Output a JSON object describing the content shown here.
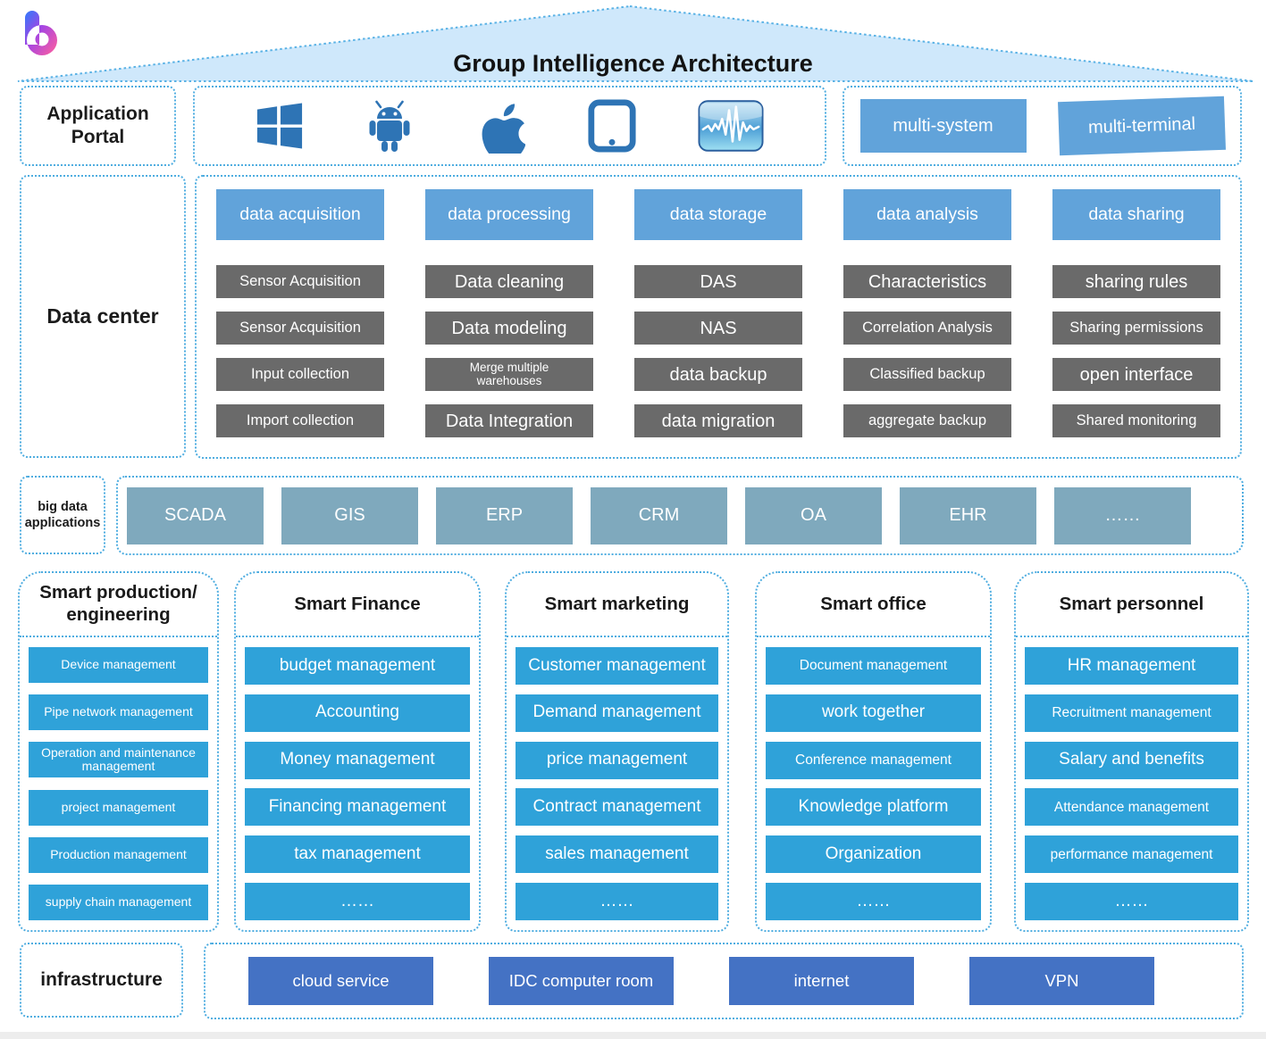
{
  "title": "Group Intelligence Architecture",
  "portal": {
    "label": "Application Portal",
    "icons": [
      "windows-icon",
      "android-icon",
      "apple-icon",
      "tablet-icon",
      "waveform-monitor-icon"
    ],
    "buttons": [
      "multi-system",
      "multi-terminal"
    ]
  },
  "data_center": {
    "label": "Data center",
    "columns": [
      {
        "header": "data acquisition",
        "items": [
          "Sensor Acquisition",
          "Sensor Acquisition",
          "Input collection",
          "Import collection"
        ]
      },
      {
        "header": "data processing",
        "items": [
          "Data cleaning",
          "Data modeling",
          "Merge multiple warehouses",
          "Data Integration"
        ]
      },
      {
        "header": "data storage",
        "items": [
          "DAS",
          "NAS",
          "data backup",
          "data migration"
        ]
      },
      {
        "header": "data analysis",
        "items": [
          "Characteristics",
          "Correlation Analysis",
          "Classified backup",
          "aggregate backup"
        ]
      },
      {
        "header": "data sharing",
        "items": [
          "sharing rules",
          "Sharing permissions",
          "open interface",
          "Shared monitoring"
        ]
      }
    ]
  },
  "big_data": {
    "label": "big data applications",
    "apps": [
      "SCADA",
      "GIS",
      "ERP",
      "CRM",
      "OA",
      "EHR",
      "……"
    ]
  },
  "smart_sections": [
    {
      "title": "Smart production/ engineering",
      "items": [
        "Device management",
        "Pipe network management",
        "Operation and maintenance management",
        "project management",
        "Production management",
        "supply chain management"
      ]
    },
    {
      "title": "Smart Finance",
      "items": [
        "budget management",
        "Accounting",
        "Money management",
        "Financing management",
        "tax management",
        "……"
      ]
    },
    {
      "title": "Smart marketing",
      "items": [
        "Customer management",
        "Demand management",
        "price management",
        "Contract management",
        "sales management",
        "……"
      ]
    },
    {
      "title": "Smart office",
      "items": [
        "Document management",
        "work together",
        "Conference management",
        "Knowledge platform",
        "Organization",
        "……"
      ]
    },
    {
      "title": "Smart personnel",
      "items": [
        "HR management",
        "Recruitment management",
        "Salary and benefits",
        "Attendance management",
        "performance management",
        "……"
      ]
    }
  ],
  "infrastructure": {
    "label": "infrastructure",
    "items": [
      "cloud service",
      "IDC computer room",
      "internet",
      "VPN"
    ]
  },
  "colors": {
    "dotted_border": "#4fade0",
    "roof_fill": "#cfe8fb",
    "header_blue": "#61a3da",
    "item_gray": "#6a6a6a",
    "app_steel_blue": "#7fa9bd",
    "smart_blue": "#2fa2d9",
    "infra_blue": "#4472c4",
    "icon_blue": "#2e74b5",
    "logo_gradient": [
      "#2f7bfc",
      "#a444e3",
      "#ff5f9e"
    ]
  }
}
